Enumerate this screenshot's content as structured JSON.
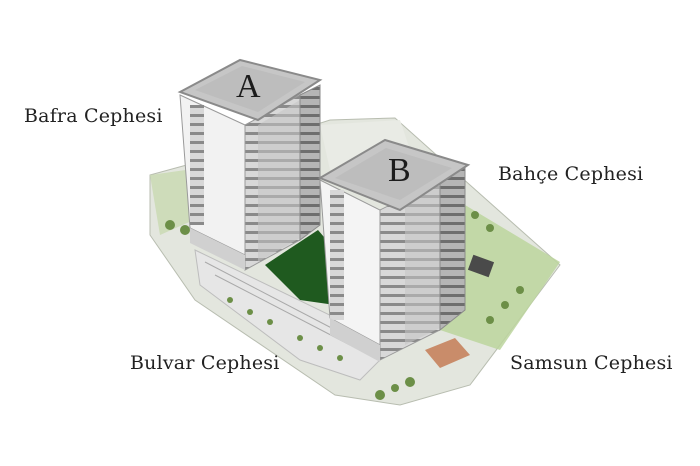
{
  "facade_labels": {
    "bafra": "Bafra Cephesi",
    "bahce": "Bahçe Cephesi",
    "bulvar": "Bulvar Cephesi",
    "samsun": "Samsun Cephesi"
  },
  "towers": {
    "a": "A",
    "b": "B"
  },
  "colors": {
    "site_ground": "#dfe3da",
    "garden_green": "#b9d39a",
    "courtyard": "#1f5a1f",
    "facade_light": "#f2f2f2",
    "facade_mid": "#c9c9c9",
    "facade_dark": "#8f8f8f",
    "roof": "#c4c4c4",
    "text": "#222222"
  }
}
